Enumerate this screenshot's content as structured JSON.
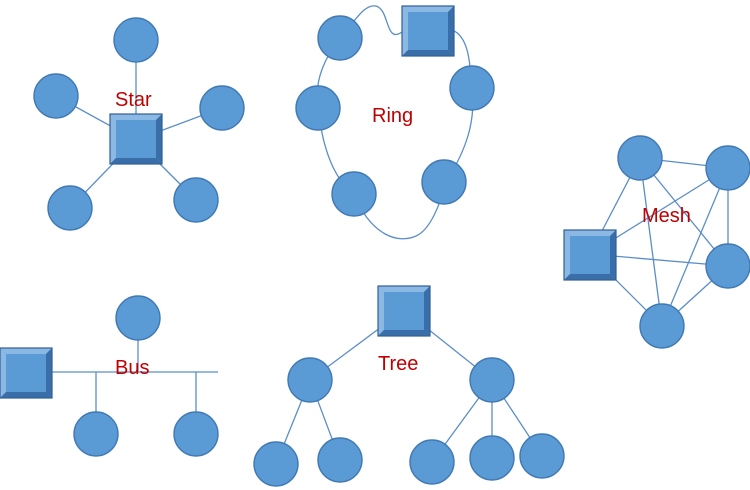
{
  "labels": {
    "star": "Star",
    "ring": "Ring",
    "mesh": "Mesh",
    "bus": "Bus",
    "tree": "Tree"
  },
  "colors": {
    "node_fill": "#5b9bd5",
    "node_stroke": "#4179b4",
    "edge": "#5b8ec9",
    "label": "#c00000"
  },
  "topologies": [
    "star",
    "ring",
    "mesh",
    "bus",
    "tree"
  ]
}
